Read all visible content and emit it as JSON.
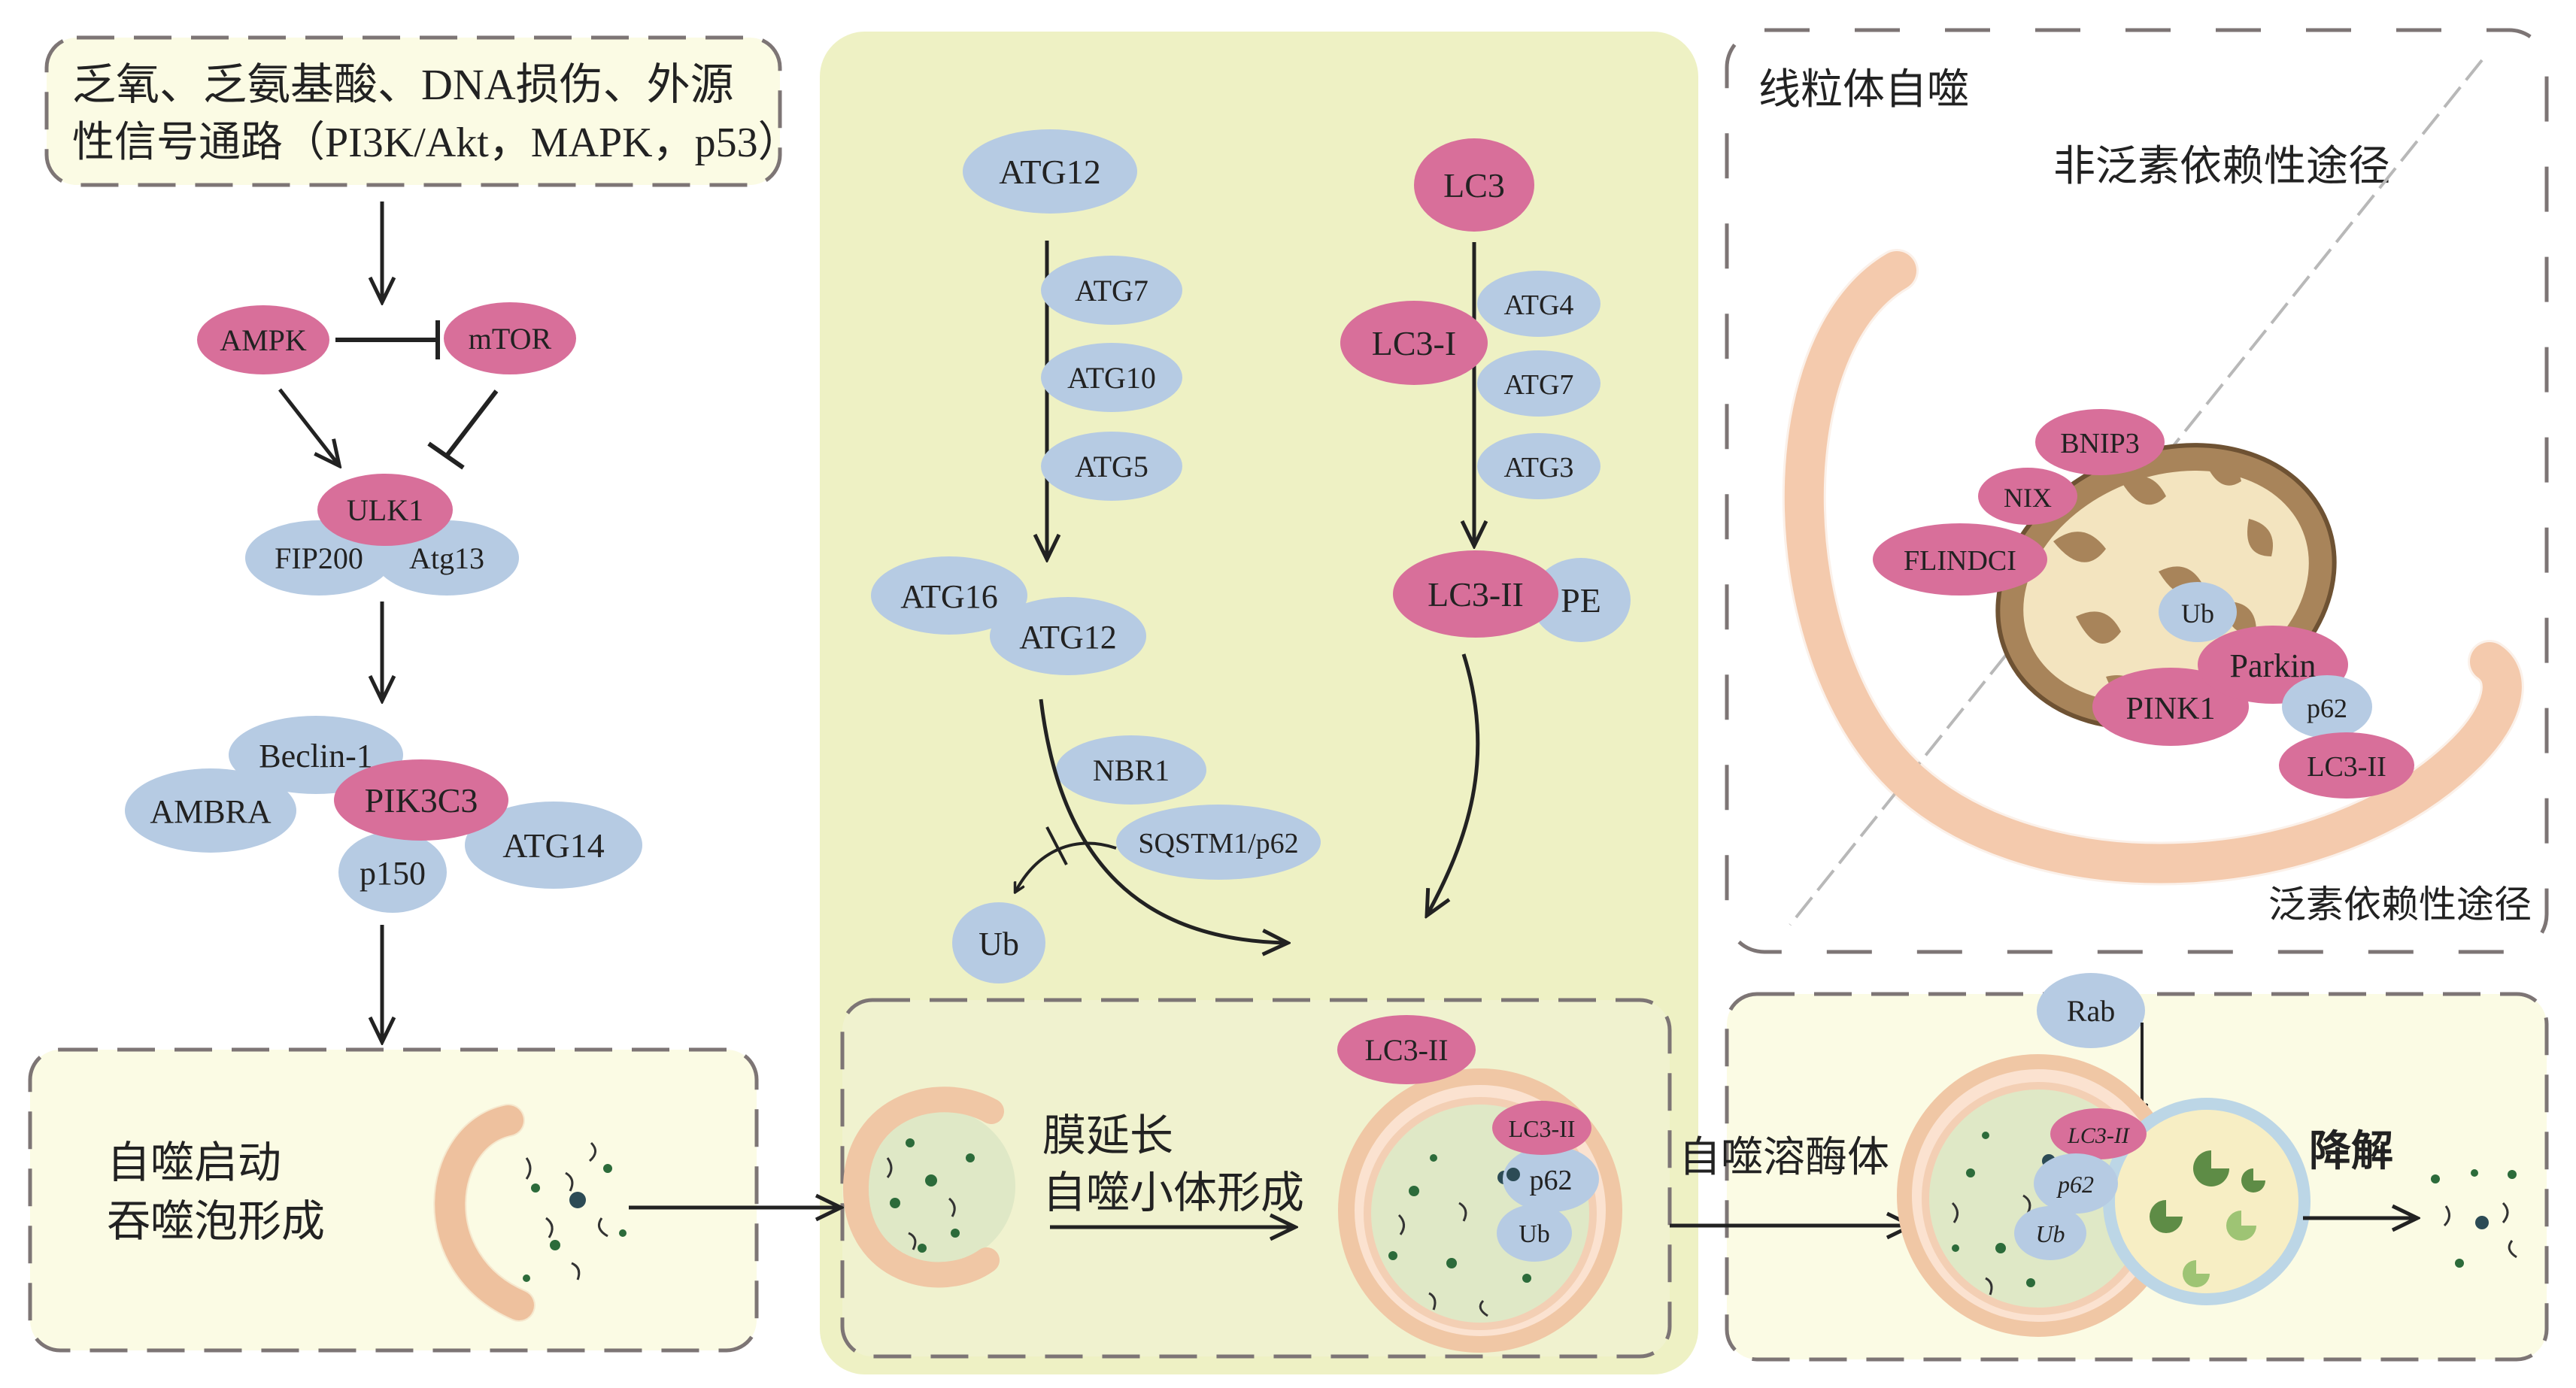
{
  "colors": {
    "pink_protein": "#d86f9a",
    "blue_protein": "#b6cbe3",
    "cream_panel": "#fbfbe4",
    "green_panel": "#eef1c4",
    "membrane": "#f7cfb3",
    "mito_brown": "#a8845a",
    "mito_cream": "#f3e4bf",
    "dash_border": "#7d7575"
  },
  "header": {
    "line1": "乏氧、乏氨基酸、DNA损伤、外源",
    "line2": "性信号通路（PI3K/Akt，MAPK，p53）"
  },
  "initiation": {
    "ampk": "AMPK",
    "mtor": "mTOR",
    "ulk1": "ULK1",
    "fip200": "FIP200",
    "atg13": "Atg13",
    "beclin1": "Beclin-1",
    "ambra": "AMBRA",
    "pik3c3": "PIK3C3",
    "atg14": "ATG14",
    "p150": "p150"
  },
  "phagophore_box": {
    "line1": "自噬启动",
    "line2": "吞噬泡形成"
  },
  "elongation": {
    "atg12_top": "ATG12",
    "atg7": "ATG7",
    "atg10": "ATG10",
    "atg5": "ATG5",
    "atg16": "ATG16",
    "atg12_complex": "ATG12",
    "nbr1": "NBR1",
    "sqstm1": "SQSTM1/p62",
    "ub": "Ub",
    "lc3": "LC3",
    "lc3_i": "LC3-I",
    "atg4": "ATG4",
    "atg7_lc3": "ATG7",
    "atg3": "ATG3",
    "lc3_ii": "LC3-II",
    "pe": "PE"
  },
  "autophagosome_box": {
    "line1": "膜延长",
    "line2": "自噬小体形成",
    "lc3_ii_outer": "LC3-II",
    "lc3_ii_inner": "LC3-II",
    "p62": "p62",
    "ub": "Ub"
  },
  "mitophagy": {
    "title": "线粒体自噬",
    "non_ub_path": "非泛素依赖性途径",
    "ub_path": "泛素依赖性途径",
    "bnip3": "BNIP3",
    "nix": "NIX",
    "fundc1": "FLINDCI",
    "ub": "Ub",
    "parkin": "Parkin",
    "pink1": "PINK1",
    "p62": "p62",
    "lc3_ii": "LC3-II"
  },
  "lysosome_box": {
    "label": "自噬溶酶体",
    "rab": "Rab",
    "lc3_ii": "LC3-II",
    "p62": "p62",
    "ub": "Ub",
    "degradation": "降解"
  }
}
